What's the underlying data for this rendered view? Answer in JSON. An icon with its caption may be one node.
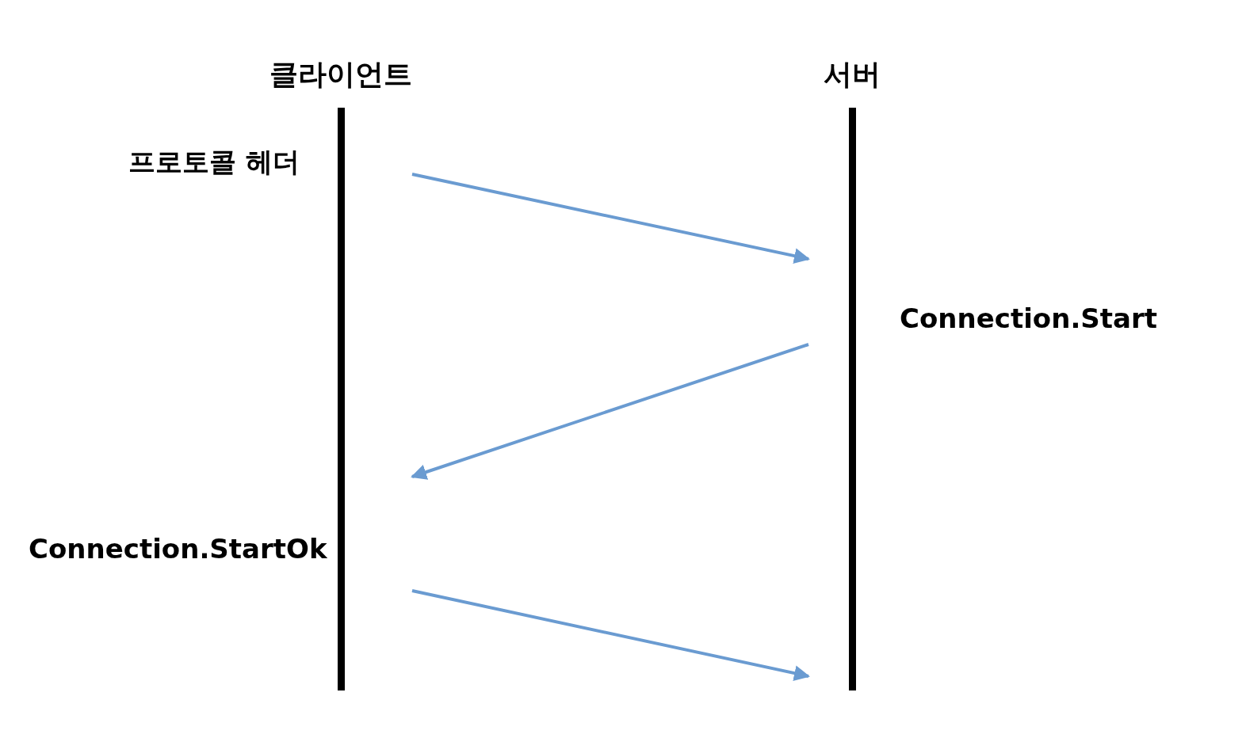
{
  "diagram": {
    "nodes": [
      {
        "text": [
          "클라이언트"
        ]
      },
      {
        "text": [
          "서버"
        ]
      }
    ],
    "edges": [
      {
        "from": 0,
        "to": 1,
        "arrow": "to",
        "label": "프로토콜 헤더"
      },
      {
        "from": 1,
        "to": 0,
        "arrow": "to",
        "label": "Connection.Start"
      },
      {
        "from": 0,
        "to": 1,
        "arrow": "to",
        "label": "Connection.StartOk"
      }
    ]
  }
}
